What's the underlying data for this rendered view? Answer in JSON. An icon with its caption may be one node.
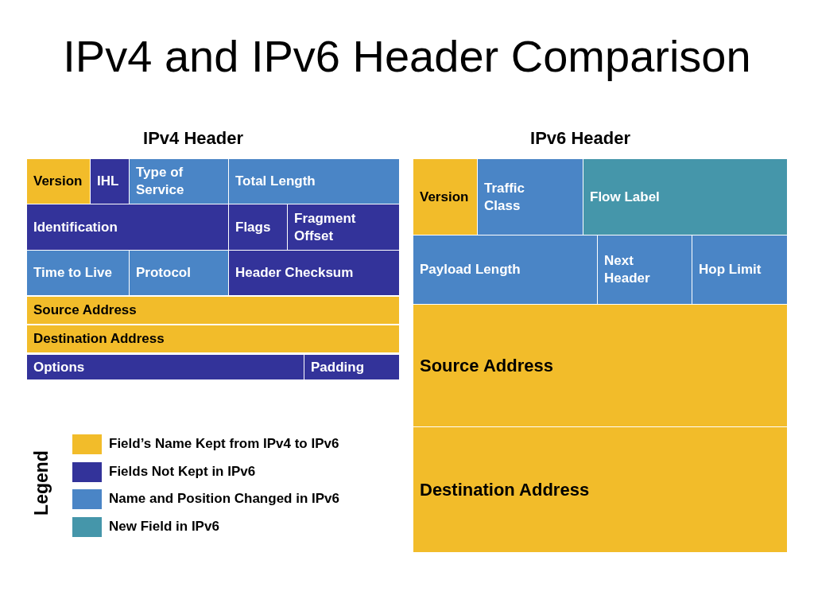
{
  "diagram": {
    "title": "IPv4 and IPv6 Header Comparison",
    "nodes": [
      {
        "text": [
          "Version"
        ]
      },
      {
        "text": [
          "IHL"
        ]
      },
      {
        "text": [
          "Type of Service"
        ]
      },
      {
        "text": [
          "Total Length"
        ]
      },
      {
        "text": [
          "Identification"
        ]
      },
      {
        "text": [
          "Flags"
        ]
      },
      {
        "text": [
          "Fragment Offset"
        ]
      },
      {
        "text": [
          "Time to Live"
        ]
      },
      {
        "text": [
          "Protocol"
        ]
      },
      {
        "text": [
          "Header Checksum"
        ]
      },
      {
        "text": [
          "Source Address"
        ]
      },
      {
        "text": [
          "Destination Address"
        ]
      },
      {
        "text": [
          "Options"
        ]
      },
      {
        "text": [
          "Padding"
        ]
      },
      {
        "text": [
          "Version"
        ]
      },
      {
        "text": [
          "Traffic Class"
        ]
      },
      {
        "text": [
          "Flow Label"
        ]
      },
      {
        "text": [
          "Payload Length"
        ]
      },
      {
        "text": [
          "Next Header"
        ]
      },
      {
        "text": [
          "Hop Limit"
        ]
      },
      {
        "text": [
          "Source Address"
        ]
      },
      {
        "text": [
          "Destination Address"
        ]
      }
    ],
    "edges": [],
    "labels": [
      "IPv4 Header",
      "IPv6 Header",
      "Legend"
    ],
    "legend": [
      {
        "text": "Field’s Name Kept from IPv4 to IPv6",
        "color": "#f2bc2a"
      },
      {
        "text": "Fields Not Kept in IPv6",
        "color": "#33339a"
      },
      {
        "text": "Name and Position Changed in IPv6",
        "color": "#4a85c6"
      },
      {
        "text": "New Field in IPv6",
        "color": "#4596aa"
      }
    ]
  }
}
